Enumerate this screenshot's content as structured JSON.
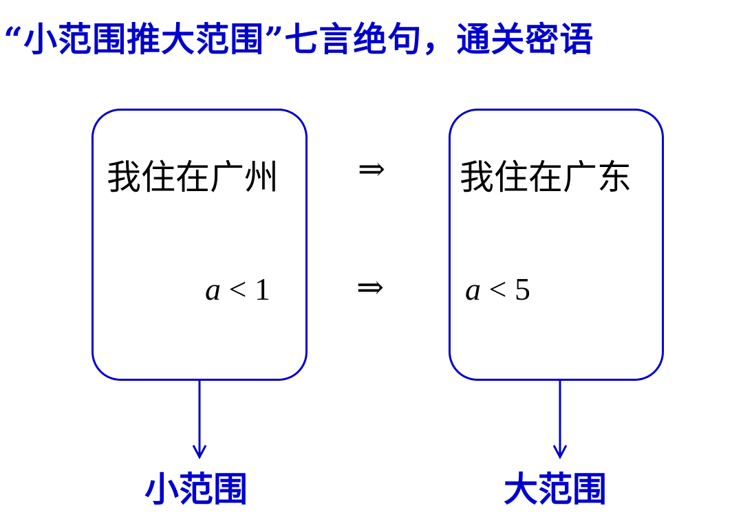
{
  "title": "“小范围推大范围”七言绝句，通关密语",
  "left_box": {
    "sentence": "我住在广州",
    "math_var": "a",
    "math_rest": " < 1",
    "label": "小范围"
  },
  "right_box": {
    "sentence": "我住在广东",
    "math_var": "a",
    "math_rest": " < 5",
    "label": "大范围"
  },
  "implies": "⇒",
  "colors": {
    "accent": "#0000cc"
  }
}
